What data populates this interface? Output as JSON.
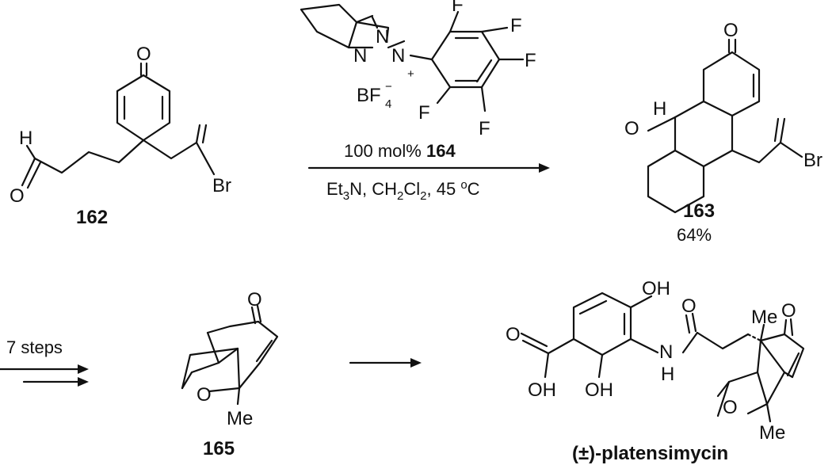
{
  "compounds": {
    "c162": {
      "label": "162",
      "atoms": [
        "O",
        "H",
        "O",
        "Br"
      ]
    },
    "c163": {
      "label": "163",
      "yield": "64%",
      "atoms": [
        "O",
        "H",
        "O",
        "Br"
      ]
    },
    "c165": {
      "label": "165",
      "atoms": [
        "O",
        "O",
        "Me"
      ]
    },
    "platensimycin": {
      "label_prefix": "(±)-",
      "label_name": "platensimycin",
      "atoms": [
        "OH",
        "O",
        "OH",
        "OH",
        "N",
        "H",
        "O",
        "Me",
        "O",
        "O",
        "Me"
      ]
    }
  },
  "reagent164": {
    "atoms": [
      "N",
      "N",
      "N",
      "+",
      "F",
      "F",
      "F",
      "F",
      "F"
    ],
    "counterion": "BF",
    "counterion_sub": "4",
    "counterion_charge": "−"
  },
  "reaction1": {
    "above_amount": "100 mol%",
    "above_catalyst": "164",
    "below_base": "Et",
    "below_base_sub": "3",
    "below_base_rest": "N, CH",
    "below_solvent_sub1": "2",
    "below_solvent_cl": "Cl",
    "below_solvent_sub2": "2",
    "below_temp": ", 45 ",
    "below_deg": "o",
    "below_unit": "C"
  },
  "reaction2": {
    "label": "7 steps"
  }
}
